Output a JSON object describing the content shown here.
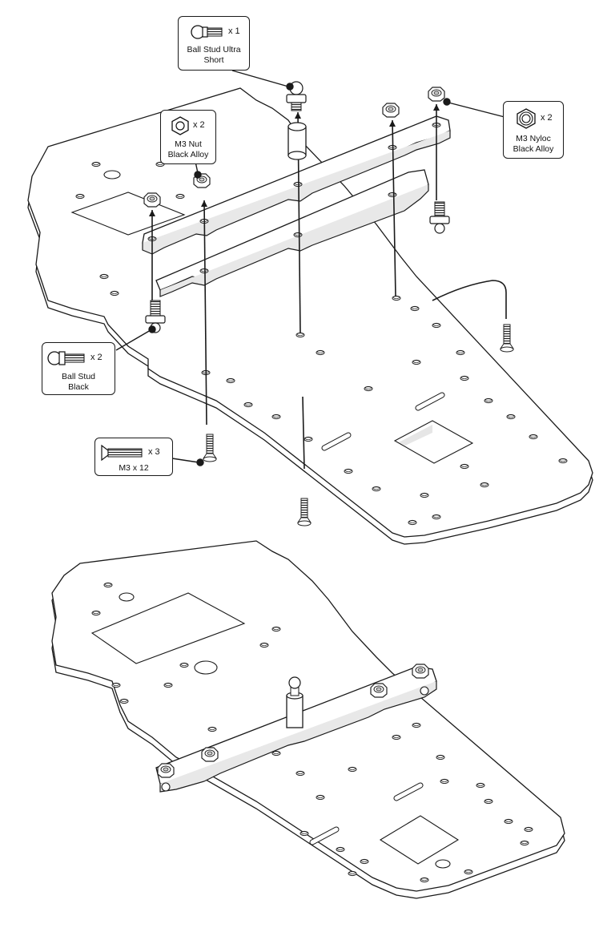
{
  "callouts": {
    "ball_stud_ultra_short": {
      "qty": "x 1",
      "label_line1": "Ball Stud Ultra",
      "label_line2": "Short",
      "icon": "ball-stud-icon"
    },
    "m3_nut_black_alloy": {
      "qty": "x 2",
      "label_line1": "M3 Nut",
      "label_line2": "Black Alloy",
      "icon": "hex-nut-icon"
    },
    "m3_nyloc_black_alloy": {
      "qty": "x 2",
      "label_line1": "M3 Nyloc",
      "label_line2": "Black Alloy",
      "icon": "nyloc-nut-icon"
    },
    "ball_stud_black": {
      "qty": "x 2",
      "label_line1": "Ball Stud",
      "label_line2": "Black",
      "icon": "ball-stud-icon"
    },
    "m3_x_12": {
      "qty": "x 3",
      "label_line1": "M3 x 12",
      "icon": "countersunk-screw-icon"
    }
  },
  "colors": {
    "line": "#1a1a1a",
    "fill": "#ffffff",
    "shade": "#e6e6e6"
  }
}
